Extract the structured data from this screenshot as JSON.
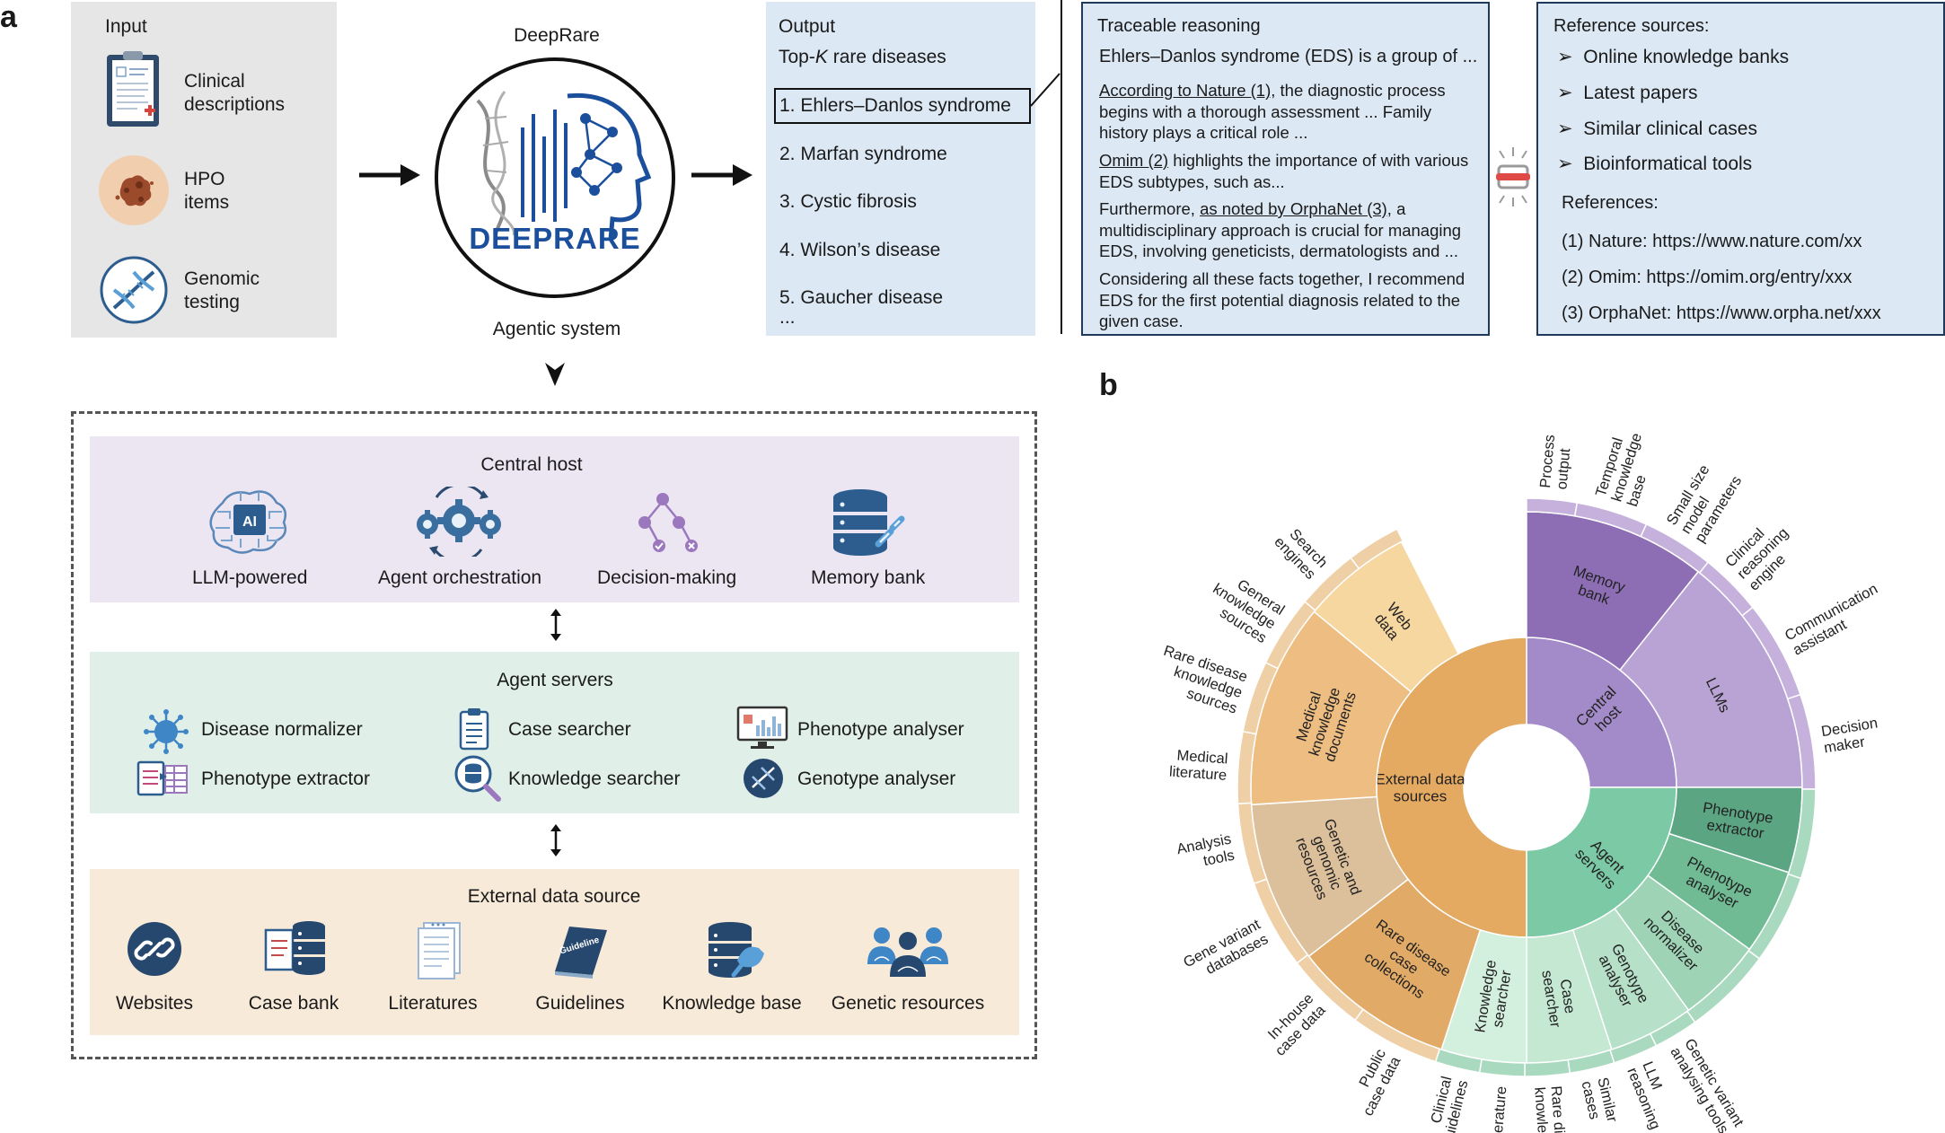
{
  "panel_a": {
    "letter": "a",
    "input": {
      "title": "Input",
      "items": [
        {
          "label_l1": "Clinical",
          "label_l2": "descriptions",
          "icon": "clipboard-icon"
        },
        {
          "label_l1": "HPO",
          "label_l2": "items",
          "icon": "hpo-blob-icon"
        },
        {
          "label_l1": "Genomic",
          "label_l2": "testing",
          "icon": "dna-icon"
        }
      ]
    },
    "system": {
      "top_label": "DeepRare",
      "logo_text": "DEEPRARE",
      "bottom_label": "Agentic system"
    },
    "output": {
      "title": "Output",
      "subtitle_pre": "Top-",
      "subtitle_k": "K",
      "subtitle_post": " rare diseases",
      "diseases": [
        "1. Ehlers–Danlos syndrome",
        "2. Marfan syndrome",
        "3. Cystic fibrosis",
        "4. Wilson’s disease",
        "5. Gaucher disease"
      ],
      "ellipsis": "..."
    },
    "reasoning": {
      "title": "Traceable reasoning",
      "headline": "Ehlers–Danlos syndrome (EDS) is a group of ...",
      "p1_link": "According to Nature (1),",
      "p1_l1_rest": " the diagnostic process",
      "p1_l2": "begins with a thorough assessment ... Family",
      "p1_l3": "history plays a critical role ...",
      "p2_link": "Omim (2)",
      "p2_l1_rest": " highlights the importance of with various",
      "p2_l2": "EDS subtypes, such as...",
      "p3_pre": "Furthermore, ",
      "p3_link": "as noted by OrphaNet (3),",
      "p3_l1_rest": " a",
      "p3_l2": "multidisciplinary approach is crucial for managing",
      "p3_l3": "EDS, involving geneticists, dermatologists and ...",
      "p4_l1": "Considering all these facts together, I recommend",
      "p4_l2": "EDS for the first potential diagnosis related to the",
      "p4_l3": "given case."
    },
    "references": {
      "title": "Reference sources:",
      "sources": [
        "Online knowledge banks",
        "Latest papers",
        "Similar clinical cases",
        "Bioinformatical tools"
      ],
      "refs_title": "References:",
      "refs": [
        "(1) Nature: https://www.nature.com/xx",
        "(2) Omim: https://omim.org/entry/xxx",
        "(3) OrphaNet: https://www.orpha.net/xxx"
      ]
    },
    "central_host": {
      "title": "Central host",
      "items": [
        "LLM-powered",
        "Agent orchestration",
        "Decision-making",
        "Memory bank"
      ],
      "ai_badge": "AI"
    },
    "agent_servers": {
      "title": "Agent servers",
      "items": [
        "Disease normalizer",
        "Case searcher",
        "Phenotype analyser",
        "Phenotype extractor",
        "Knowledge searcher",
        "Genotype analyser"
      ]
    },
    "external": {
      "title": "External data source",
      "items": [
        "Websites",
        "Case bank",
        "Literatures",
        "Guidelines",
        "Knowledge base",
        "Genetic resources"
      ],
      "guideline_badge": "Guideline"
    },
    "colors": {
      "input_bg": "#e6e6e6",
      "output_bg": "#dce8f4",
      "box_border": "#1f3a5a",
      "central_bg": "#ece6f3",
      "agent_bg": "#e1efe9",
      "external_bg": "#f7ead9",
      "navy": "#243f66",
      "logo_blue": "#1b4f9c",
      "purple": "#9b78bd"
    }
  },
  "panel_b": {
    "letter": "b",
    "chart_data": {
      "type": "sunburst",
      "inner": [
        {
          "name": "Central host",
          "fraction": 0.25,
          "color": "#a28bc8"
        },
        {
          "name": "Agent servers",
          "fraction": 0.25,
          "color": "#7cc9a5"
        },
        {
          "name": "External data sources",
          "fraction": 0.5,
          "color": "#e4aa62"
        }
      ],
      "middle": [
        {
          "name": "Memory bank",
          "parent": "Central host",
          "fraction": 0.107,
          "color": "#8d6db3"
        },
        {
          "name": "LLMs",
          "parent": "Central host",
          "fraction": 0.143,
          "color": "#b9a3d5"
        },
        {
          "name": "Phenotype extractor",
          "parent": "Agent servers",
          "fraction": 0.05,
          "color": "#5ba582"
        },
        {
          "name": "Phenotype analyser",
          "parent": "Agent servers",
          "fraction": 0.05,
          "color": "#70bb94"
        },
        {
          "name": "Disease normalizer",
          "parent": "Agent servers",
          "fraction": 0.05,
          "color": "#9ed4b5"
        },
        {
          "name": "Genotype analyser",
          "parent": "Agent servers",
          "fraction": 0.05,
          "color": "#b6e0c8"
        },
        {
          "name": "Case searcher",
          "parent": "Agent servers",
          "fraction": 0.05,
          "color": "#c4e8d2"
        },
        {
          "name": "Knowledge searcher",
          "parent": "Agent servers",
          "fraction": 0.05,
          "color": "#d3efde"
        },
        {
          "name": "Rare disease case collections",
          "parent": "External data sources",
          "fraction": 0.095,
          "color": "#e2aa67"
        },
        {
          "name": "Genetic and genomic resources",
          "parent": "External data sources",
          "fraction": 0.095,
          "color": "#dcbf9b"
        },
        {
          "name": "Medical knowledge documents",
          "parent": "External data sources",
          "fraction": 0.12,
          "color": "#eebd82"
        },
        {
          "name": "Web data",
          "parent": "External data sources",
          "fraction": 0.065,
          "color": "#f6d7a0"
        }
      ],
      "outer": [
        {
          "name": "Process output",
          "fraction": 0.028
        },
        {
          "name": "Temporal knowledge base",
          "fraction": 0.04
        },
        {
          "name": "Small size model parameters",
          "fraction": 0.04
        },
        {
          "name": "Clinical reasoning engine",
          "fraction": 0.035
        },
        {
          "name": "Communication assistant",
          "fraction": 0.055
        },
        {
          "name": "Decision maker",
          "fraction": 0.053
        },
        {
          "name": "Phenotype extractor",
          "fraction": 0.05
        },
        {
          "name": "Phenotype analyser",
          "fraction": 0.05
        },
        {
          "name": "Disease normalizer",
          "fraction": 0.05
        },
        {
          "name": "Genetic variant analysing tools",
          "fraction": 0.025
        },
        {
          "name": "LLM reasoning",
          "fraction": 0.025
        },
        {
          "name": "Similar cases",
          "fraction": 0.025
        },
        {
          "name": "Rare disease knowledge",
          "fraction": 0.025
        },
        {
          "name": "Literature",
          "fraction": 0.025
        },
        {
          "name": "Clinical guidelines",
          "fraction": 0.025
        },
        {
          "name": "Public case data",
          "fraction": 0.05
        },
        {
          "name": "In-house case data",
          "fraction": 0.045
        },
        {
          "name": "Gene variant databases",
          "fraction": 0.05
        },
        {
          "name": "Analysis tools",
          "fraction": 0.045
        },
        {
          "name": "Medical literature",
          "fraction": 0.04
        },
        {
          "name": "Rare disease knowledge sources",
          "fraction": 0.04
        },
        {
          "name": "General knowledge sources",
          "fraction": 0.04
        },
        {
          "name": "Search engines",
          "fraction": 0.035
        },
        {
          "name": "Web data",
          "fraction": 0.03
        }
      ]
    },
    "outer_labels": [
      {
        "lines": [
          "Process",
          "output"
        ]
      },
      {
        "lines": [
          "Temporal",
          "knowledge",
          "base"
        ]
      },
      {
        "lines": [
          "Small size",
          "model",
          "parameters"
        ]
      },
      {
        "lines": [
          "Clinical",
          "reasoning",
          "engine"
        ]
      },
      {
        "lines": [
          "Communication",
          "assistant"
        ]
      },
      {
        "lines": [
          "Decision",
          "maker"
        ]
      },
      {
        "lines": [
          "Genetic variant",
          "analysing tools"
        ]
      },
      {
        "lines": [
          "LLM",
          "reasoning"
        ]
      },
      {
        "lines": [
          "Similar",
          "cases"
        ]
      },
      {
        "lines": [
          "Rare disease",
          "knowledge"
        ]
      },
      {
        "lines": [
          "Literature"
        ]
      },
      {
        "lines": [
          "Clinical",
          "guidelines"
        ]
      },
      {
        "lines": [
          "Public",
          "case data"
        ]
      },
      {
        "lines": [
          "In-house",
          "case data"
        ]
      },
      {
        "lines": [
          "Gene variant",
          "databases"
        ]
      },
      {
        "lines": [
          "Analysis",
          "tools"
        ]
      },
      {
        "lines": [
          "Medical",
          "literature"
        ]
      },
      {
        "lines": [
          "Rare disease",
          "knowledge",
          "sources"
        ]
      },
      {
        "lines": [
          "General",
          "knowledge",
          "sources"
        ]
      },
      {
        "lines": [
          "Search",
          "engines"
        ]
      }
    ],
    "ring_labels": [
      {
        "lines": [
          "Memory",
          "bank"
        ]
      },
      {
        "lines": [
          "LLMs"
        ]
      },
      {
        "lines": [
          "Central",
          "host"
        ]
      },
      {
        "lines": [
          "Agent",
          "servers"
        ]
      },
      {
        "lines": [
          "External data",
          "sources"
        ]
      },
      {
        "lines": [
          "Phenotype",
          "extractor"
        ]
      },
      {
        "lines": [
          "Phenotype",
          "analyser"
        ]
      },
      {
        "lines": [
          "Disease",
          "normalizer"
        ]
      },
      {
        "lines": [
          "Genotype",
          "analyser"
        ]
      },
      {
        "lines": [
          "Case",
          "searcher"
        ]
      },
      {
        "lines": [
          "Knowledge",
          "searcher"
        ]
      },
      {
        "lines": [
          "Rare disease",
          "case",
          "collections"
        ]
      },
      {
        "lines": [
          "Genetic and",
          "genomic",
          "resources"
        ]
      },
      {
        "lines": [
          "Medical",
          "knowledge",
          "documents"
        ]
      },
      {
        "lines": [
          "Web",
          "data"
        ]
      }
    ]
  }
}
